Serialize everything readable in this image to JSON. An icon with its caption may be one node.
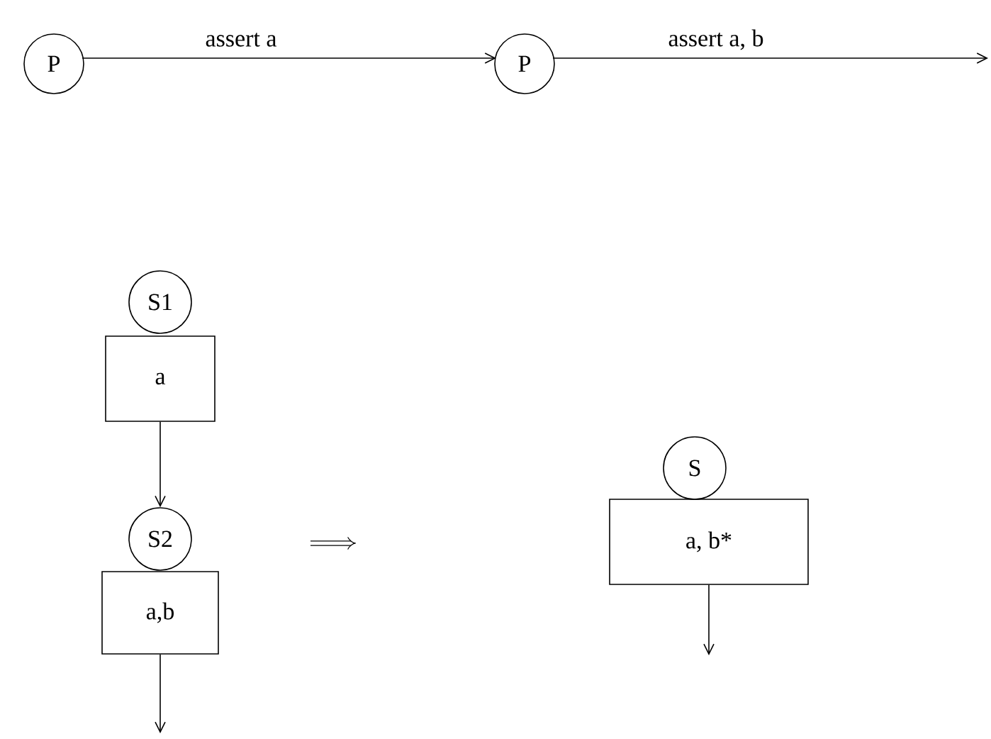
{
  "diagram": {
    "nodes": [
      {
        "text": [
          "P"
        ]
      },
      {
        "text": [
          "P"
        ]
      },
      {
        "text": [
          "S1"
        ]
      },
      {
        "text": [
          "a"
        ]
      },
      {
        "text": [
          "S2"
        ]
      },
      {
        "text": [
          "a,b"
        ]
      },
      {
        "text": [
          "S"
        ]
      },
      {
        "text": [
          "a, b*"
        ]
      }
    ],
    "edges": [
      {
        "from": 0,
        "to": 1,
        "arrow": "to",
        "label": "assert a"
      },
      {
        "from": 1,
        "to": null,
        "arrow": "to",
        "label": "assert a, b"
      },
      {
        "from": 3,
        "to": 4,
        "arrow": "to"
      },
      {
        "from": 5,
        "to": null,
        "arrow": "to"
      },
      {
        "from": 7,
        "to": null,
        "arrow": "to"
      }
    ]
  }
}
